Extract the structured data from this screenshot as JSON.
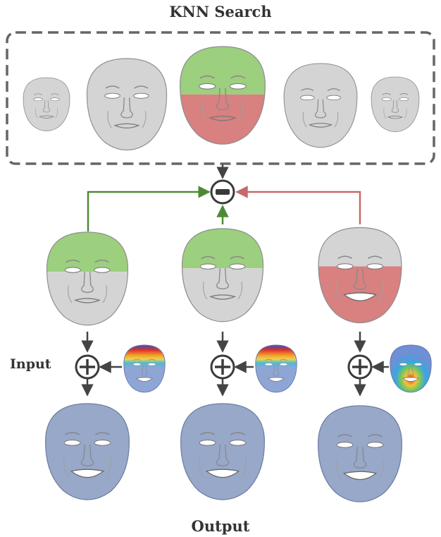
{
  "title": "KNN Search",
  "labels": {
    "input": "Input",
    "output": "Output"
  },
  "colors": {
    "face_gray": "#d4d4d4",
    "face_outline": "#8f8f8f",
    "upper_region_green": "#9ccf7e",
    "lower_region_red": "#d98080",
    "output_blue": "#97a8c9",
    "arrow_dark": "#444444",
    "arrow_green": "#4e8a36",
    "arrow_red": "#c76a6a",
    "dashed_border": "#666666"
  },
  "operators": {
    "subtract": "minus",
    "add": "plus"
  },
  "diagram": {
    "knn_candidates": [
      {
        "name": "candidate-1",
        "style": "gray"
      },
      {
        "name": "candidate-2",
        "style": "gray"
      },
      {
        "name": "candidate-3-selected",
        "style": "green-top-red-bottom"
      },
      {
        "name": "candidate-4",
        "style": "gray"
      },
      {
        "name": "candidate-5",
        "style": "gray"
      }
    ],
    "columns": [
      {
        "name": "left",
        "input_style": "green-top",
        "heatmap": "upper",
        "output": "blue"
      },
      {
        "name": "center",
        "input_style": "green-top",
        "heatmap": "upper",
        "output": "blue"
      },
      {
        "name": "right",
        "input_style": "red-bottom",
        "heatmap": "lower",
        "output": "blue"
      }
    ]
  }
}
